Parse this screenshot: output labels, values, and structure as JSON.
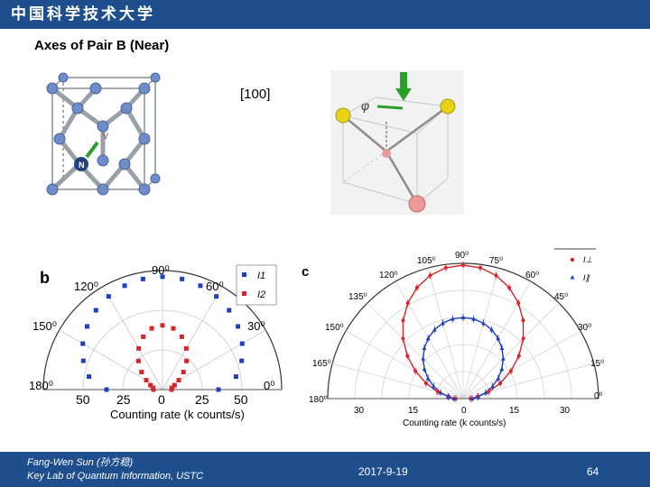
{
  "header": {
    "institution": "中国科学技术大学"
  },
  "slide": {
    "title": "Axes of Pair B (Near)",
    "direction_label": "[100]"
  },
  "figure_b": {
    "panel": "b",
    "angles": [
      "180⁰",
      "150⁰",
      "120⁰",
      "90⁰",
      "60⁰",
      "30⁰",
      "0⁰"
    ],
    "ticks": [
      "50",
      "25",
      "0",
      "25",
      "50"
    ],
    "xlabel": "Counting rate (k counts/s)",
    "legend": [
      "I1",
      "I2"
    ],
    "colors": {
      "I1": "#1f3fbf",
      "I2": "#d6262b"
    }
  },
  "figure_c": {
    "panel": "c",
    "angles": [
      "180⁰",
      "165⁰",
      "150⁰",
      "135⁰",
      "120⁰",
      "105⁰",
      "90⁰",
      "75⁰",
      "60⁰",
      "45⁰",
      "30⁰",
      "15⁰",
      "0⁰"
    ],
    "ticks": [
      "30",
      "15",
      "0",
      "15",
      "30"
    ],
    "xlabel": "Counting rate (k counts/s)",
    "legend": [
      "I⊥",
      "I∥"
    ]
  },
  "crystal": {
    "atom_n": "N",
    "atom_v": "V"
  },
  "footer": {
    "author": "Fang-Wen Sun (孙方稳)",
    "lab": "Key Lab of Quantum Information, USTC",
    "date": "2017-9-19",
    "page": "64"
  }
}
